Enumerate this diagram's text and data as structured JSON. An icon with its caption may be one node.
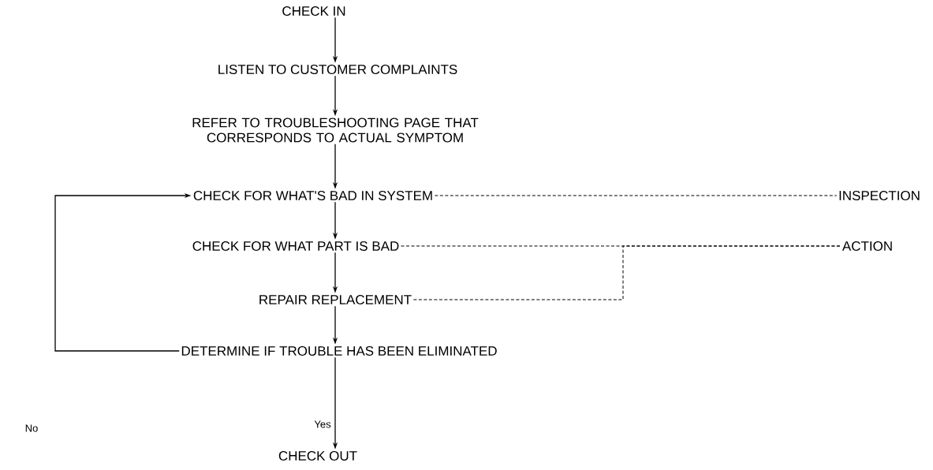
{
  "diagram": {
    "nodes": [
      {
        "text": [
          "CHECK IN"
        ]
      },
      {
        "text": [
          "LISTEN TO CUSTOMER COMPLAINTS"
        ]
      },
      {
        "text": [
          "REFER TO TROUBLESHOOTING PAGE THAT CORRESPONDS TO ACTUAL SYMPTOM"
        ]
      },
      {
        "text": [
          "CHECK FOR WHAT'S BAD IN SYSTEM"
        ]
      },
      {
        "text": [
          "CHECK FOR WHAT PART IS BAD"
        ]
      },
      {
        "text": [
          "REPAIR REPLACEMENT"
        ]
      },
      {
        "text": [
          "DETERMINE IF TROUBLE HAS BEEN ELIMINATED"
        ]
      },
      {
        "text": [
          "CHECK OUT"
        ]
      },
      {
        "text": [
          "INSPECTION"
        ]
      },
      {
        "text": [
          "ACTION"
        ]
      }
    ],
    "edges": [
      {
        "from": 0,
        "to": 1,
        "arrow": "to"
      },
      {
        "from": 1,
        "to": 2,
        "arrow": "to"
      },
      {
        "from": 2,
        "to": 3,
        "arrow": "to"
      },
      {
        "from": 3,
        "to": 4,
        "arrow": "to"
      },
      {
        "from": 4,
        "to": 5,
        "arrow": "to"
      },
      {
        "from": 5,
        "to": 6,
        "arrow": "to"
      },
      {
        "from": 6,
        "to": 3,
        "arrow": "to"
      },
      {
        "from": 6,
        "to": 7,
        "arrow": "to",
        "label": "Yes"
      },
      {
        "from": 3,
        "to": 8,
        "arrow": "none",
        "style": "dashed"
      },
      {
        "from": 4,
        "to": 9,
        "arrow": "none",
        "style": "dashed"
      },
      {
        "from": 5,
        "to": 9,
        "arrow": "none",
        "style": "dashed"
      }
    ],
    "labels": [
      "No"
    ]
  }
}
